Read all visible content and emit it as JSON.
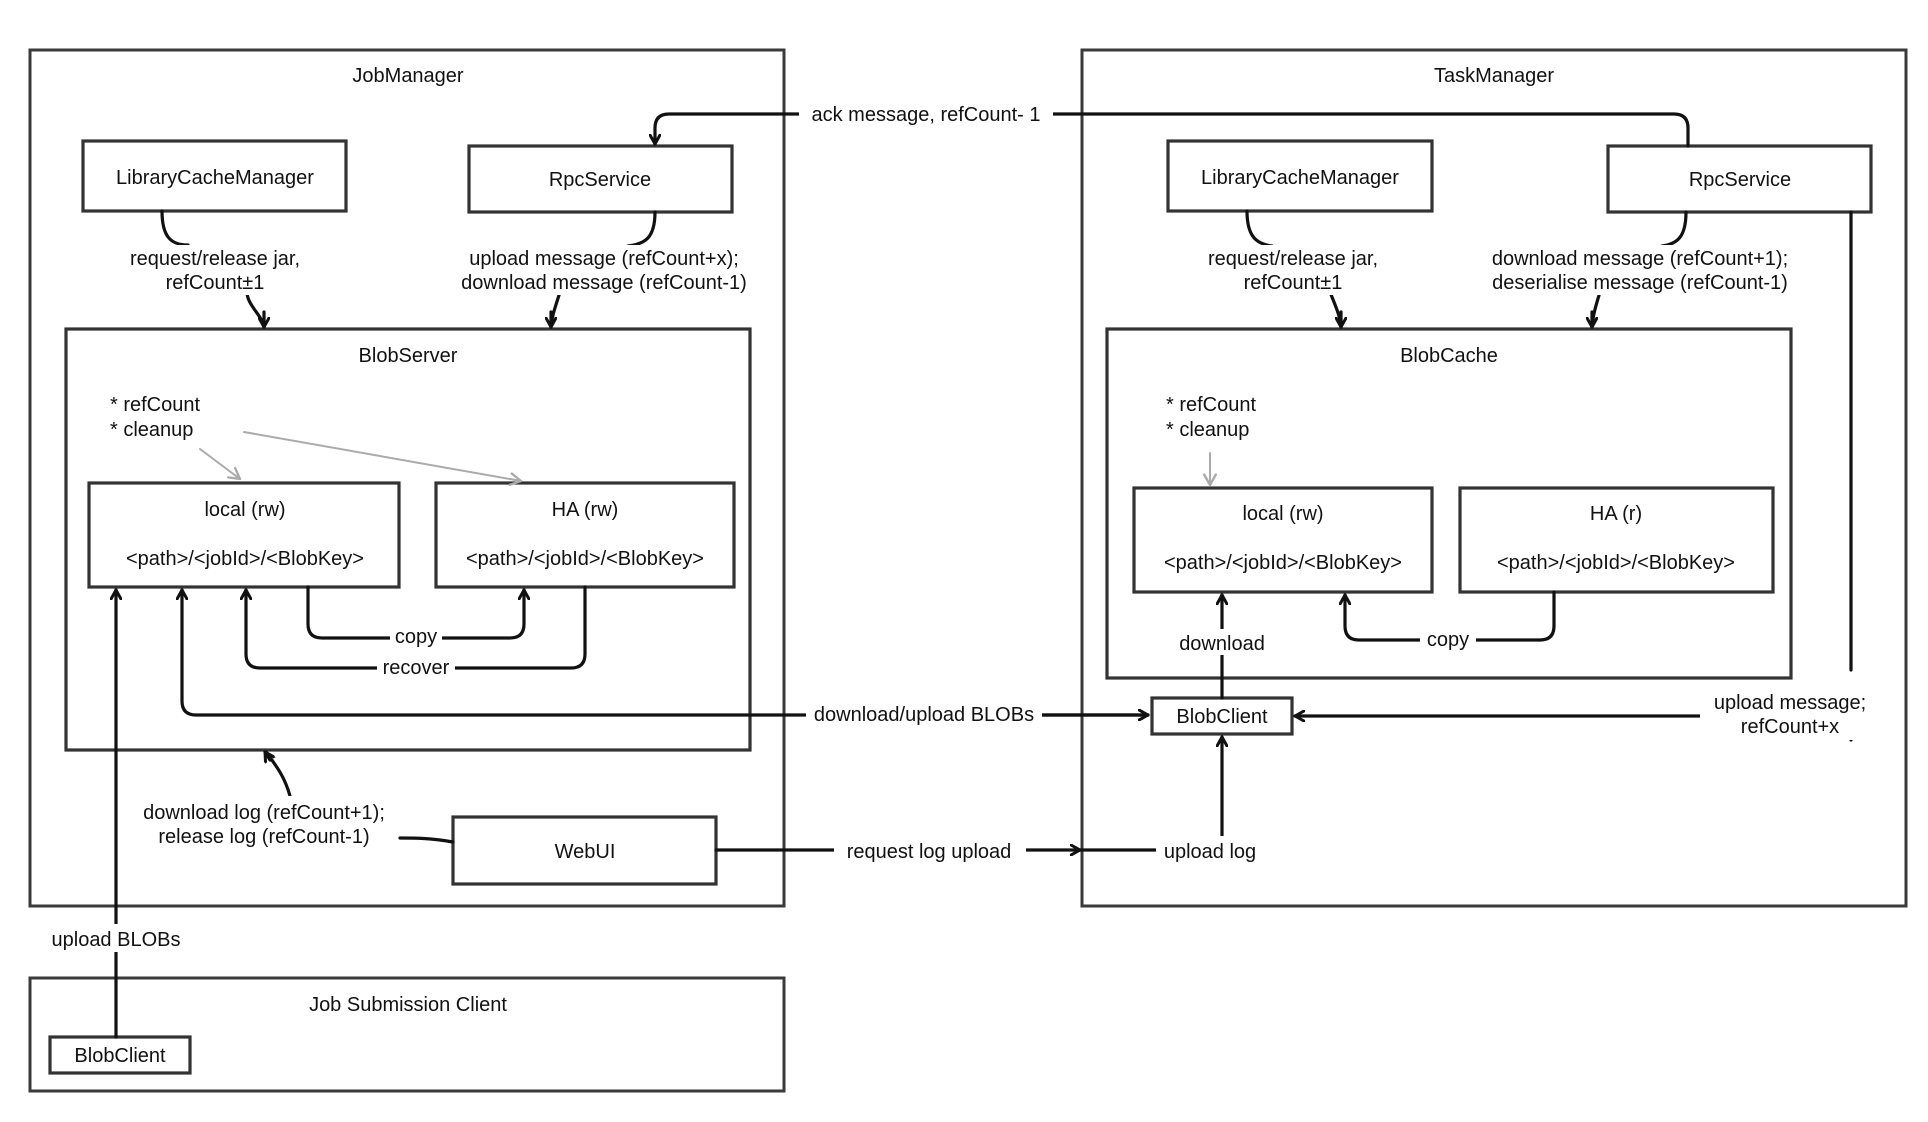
{
  "job_manager": {
    "title": "JobManager",
    "library_cache_manager": "LibraryCacheManager",
    "rpc_service": "RpcService",
    "lcm_edge": [
      "request/release jar,",
      "refCount±1"
    ],
    "rpc_edge": [
      "upload message (refCount+x);",
      "download message (refCount-1)"
    ],
    "blob_server": {
      "title": "BlobServer",
      "notes": [
        "* refCount",
        "* cleanup"
      ],
      "local": {
        "title": "local (rw)",
        "path": "<path>/<jobId>/<BlobKey>"
      },
      "ha": {
        "title": "HA (rw)",
        "path": "<path>/<jobId>/<BlobKey>"
      },
      "copy_label": "copy",
      "recover_label": "recover"
    },
    "webui_edge": [
      "download log (refCount+1);",
      "release log (refCount-1)"
    ],
    "webui": "WebUI"
  },
  "task_manager": {
    "title": "TaskManager",
    "library_cache_manager": "LibraryCacheManager",
    "rpc_service": "RpcService",
    "lcm_edge": [
      "request/release jar,",
      "refCount±1"
    ],
    "rpc_edge": [
      "download message (refCount+1);",
      "deserialise message (refCount-1)"
    ],
    "blob_cache": {
      "title": "BlobCache",
      "notes": [
        "* refCount",
        "* cleanup"
      ],
      "local": {
        "title": "local (rw)",
        "path": "<path>/<jobId>/<BlobKey>"
      },
      "ha": {
        "title": "HA (r)",
        "path": "<path>/<jobId>/<BlobKey>"
      },
      "copy_label": "copy",
      "download_label": "download"
    },
    "blob_client": "BlobClient",
    "upload_msg_edge": [
      "upload message;",
      "refCount+x"
    ],
    "upload_log_label": "upload log"
  },
  "job_submission_client": {
    "title": "Job Submission Client",
    "blob_client": "BlobClient",
    "upload_label": "upload BLOBs"
  },
  "cross_edges": {
    "ack": "ack message, refCount- 1",
    "download_upload": "download/upload BLOBs",
    "request_log_upload": "request log upload"
  }
}
